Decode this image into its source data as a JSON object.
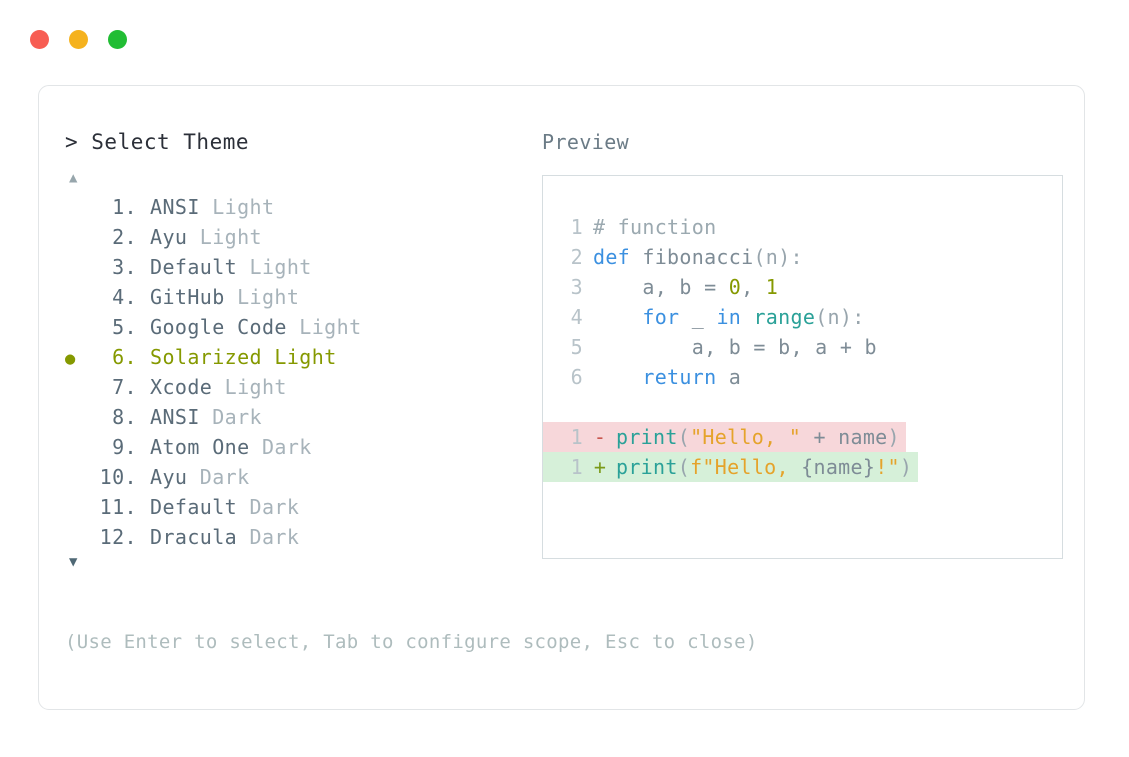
{
  "window": {
    "traffic_lights": [
      {
        "name": "close",
        "color": "#f75d53"
      },
      {
        "name": "minimize",
        "color": "#f5b21e"
      },
      {
        "name": "maximize",
        "color": "#21bd34"
      }
    ]
  },
  "selector": {
    "prompt": "> Select Theme",
    "scroll_up_glyph": "▲",
    "scroll_down_glyph": "▼",
    "bullet_glyph": "●",
    "selected_index": 6,
    "accent_color": "#859900",
    "items": [
      {
        "number": "1.",
        "name": "ANSI",
        "variant": "Light",
        "selected": false
      },
      {
        "number": "2.",
        "name": "Ayu",
        "variant": "Light",
        "selected": false
      },
      {
        "number": "3.",
        "name": "Default",
        "variant": "Light",
        "selected": false
      },
      {
        "number": "4.",
        "name": "GitHub",
        "variant": "Light",
        "selected": false
      },
      {
        "number": "5.",
        "name": "Google Code",
        "variant": "Light",
        "selected": false
      },
      {
        "number": "6.",
        "name": "Solarized",
        "variant": "Light",
        "selected": true
      },
      {
        "number": "7.",
        "name": "Xcode",
        "variant": "Light",
        "selected": false
      },
      {
        "number": "8.",
        "name": "ANSI",
        "variant": "Dark",
        "selected": false
      },
      {
        "number": "9.",
        "name": "Atom One",
        "variant": "Dark",
        "selected": false
      },
      {
        "number": "10.",
        "name": "Ayu",
        "variant": "Dark",
        "selected": false
      },
      {
        "number": "11.",
        "name": "Default",
        "variant": "Dark",
        "selected": false
      },
      {
        "number": "12.",
        "name": "Dracula",
        "variant": "Dark",
        "selected": false
      }
    ],
    "hint": "(Use Enter to select, Tab to configure scope, Esc to close)"
  },
  "preview": {
    "label": "Preview",
    "code_lines": [
      {
        "ln": "1",
        "tokens": [
          {
            "t": "# function",
            "c": "comment"
          }
        ]
      },
      {
        "ln": "2",
        "tokens": [
          {
            "t": "def ",
            "c": "keyword"
          },
          {
            "t": "fibonacci",
            "c": "plain"
          },
          {
            "t": "(n):",
            "c": "punct"
          }
        ]
      },
      {
        "ln": "3",
        "tokens": [
          {
            "t": "    a, b = ",
            "c": "plain"
          },
          {
            "t": "0",
            "c": "number"
          },
          {
            "t": ", ",
            "c": "plain"
          },
          {
            "t": "1",
            "c": "number"
          }
        ]
      },
      {
        "ln": "4",
        "tokens": [
          {
            "t": "    ",
            "c": "plain"
          },
          {
            "t": "for",
            "c": "keyword"
          },
          {
            "t": " _ ",
            "c": "plain"
          },
          {
            "t": "in",
            "c": "keyword"
          },
          {
            "t": " ",
            "c": "plain"
          },
          {
            "t": "range",
            "c": "builtin"
          },
          {
            "t": "(n):",
            "c": "punct"
          }
        ]
      },
      {
        "ln": "5",
        "tokens": [
          {
            "t": "        a, b = b, a + b",
            "c": "plain"
          }
        ]
      },
      {
        "ln": "6",
        "tokens": [
          {
            "t": "    ",
            "c": "plain"
          },
          {
            "t": "return",
            "c": "keyword"
          },
          {
            "t": " a",
            "c": "plain"
          }
        ]
      }
    ],
    "diff_lines": [
      {
        "ln": "1",
        "mark": "-",
        "kind": "del",
        "background": "#f7d7da",
        "tokens": [
          {
            "t": "print",
            "c": "builtin"
          },
          {
            "t": "(",
            "c": "punct"
          },
          {
            "t": "\"Hello, \"",
            "c": "string"
          },
          {
            "t": " + name",
            "c": "plain"
          },
          {
            "t": ")",
            "c": "punct"
          }
        ]
      },
      {
        "ln": "1",
        "mark": "+",
        "kind": "add",
        "background": "#d6f0d9",
        "tokens": [
          {
            "t": "print",
            "c": "builtin"
          },
          {
            "t": "(",
            "c": "punct"
          },
          {
            "t": "f\"Hello, ",
            "c": "string"
          },
          {
            "t": "{name}",
            "c": "plain"
          },
          {
            "t": "!\"",
            "c": "string"
          },
          {
            "t": ")",
            "c": "punct"
          }
        ]
      }
    ]
  }
}
